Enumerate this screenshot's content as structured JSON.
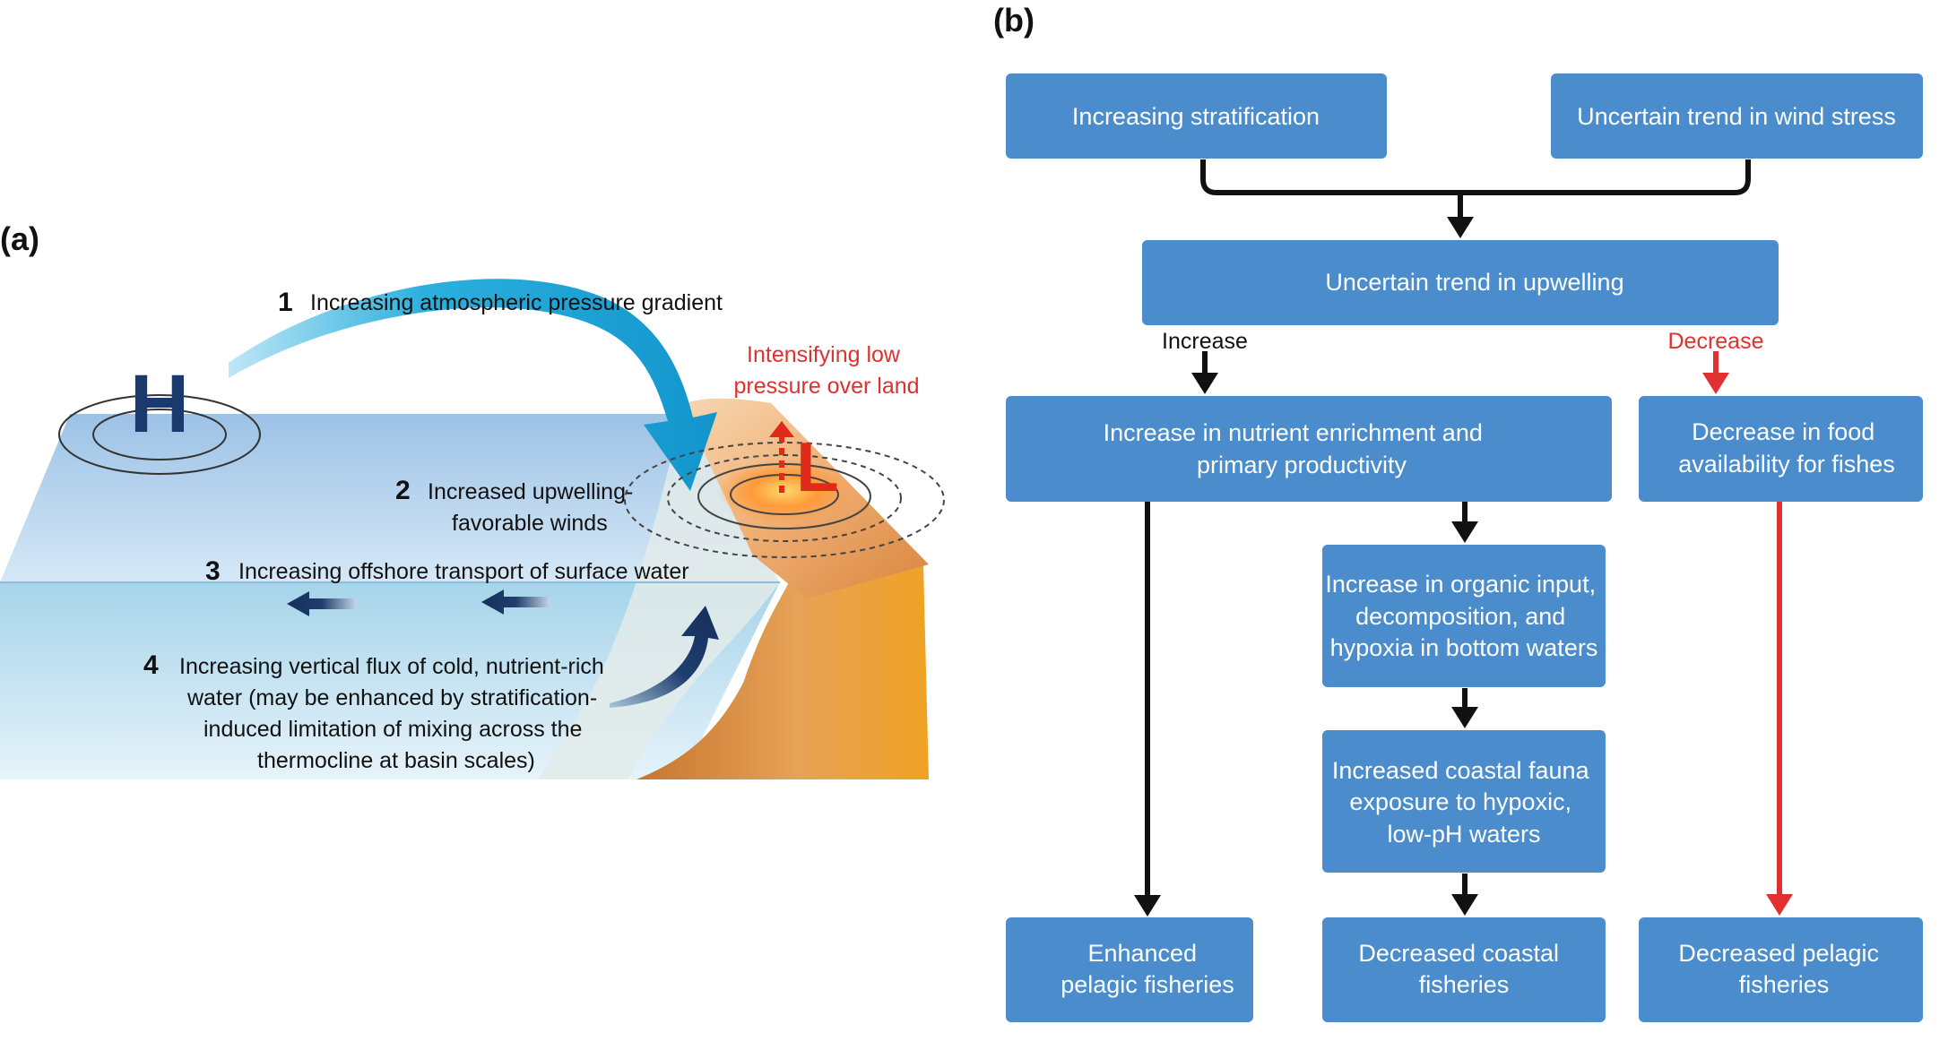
{
  "panel_a": {
    "label": "(a)",
    "high_symbol": "H",
    "low_symbol": "L",
    "low_pressure_label": [
      "Intensifying low",
      "pressure over land"
    ],
    "steps": [
      {
        "number": "1",
        "lines": [
          "Increasing atmospheric pressure gradient"
        ]
      },
      {
        "number": "2",
        "lines": [
          "Increased upwelling-",
          "favorable winds"
        ]
      },
      {
        "number": "3",
        "lines": [
          "Increasing offshore transport of surface water"
        ]
      },
      {
        "number": "4",
        "lines": [
          "Increasing vertical flux of cold, nutrient-rich",
          "water (may be enhanced by stratification-",
          "induced limitation of mixing across the",
          "thermocline at basin scales)"
        ]
      }
    ]
  },
  "panel_b": {
    "label": "(b)",
    "branch_labels": {
      "increase": "Increase",
      "decrease": "Decrease"
    },
    "boxes": {
      "stratification": [
        "Increasing stratification"
      ],
      "wind_stress": [
        "Uncertain trend in wind stress"
      ],
      "upwelling": [
        "Uncertain trend in upwelling"
      ],
      "nutrient": [
        "Increase in nutrient enrichment and",
        "primary productivity"
      ],
      "food": [
        "Decrease in food",
        "availability for fishes"
      ],
      "organic": [
        "Increase in organic input,",
        "decomposition, and",
        "hypoxia in bottom waters"
      ],
      "fauna": [
        "Increased coastal fauna",
        "exposure to hypoxic,",
        "low-pH waters"
      ],
      "enhanced_pelagic": [
        "Enhanced",
        "pelagic fisheries"
      ],
      "decreased_coastal": [
        "Decreased coastal",
        "fisheries"
      ],
      "decreased_pelagic": [
        "Decreased pelagic",
        "fisheries"
      ]
    }
  },
  "colors": {
    "box_fill": "#4a8ccc",
    "arrow_black": "#111111",
    "arrow_red": "#e03030",
    "text_red": "#e03030",
    "wind_arrow": "#1ba3d6",
    "land": "#e89a3a",
    "deep_arrow": "#1a3560"
  }
}
